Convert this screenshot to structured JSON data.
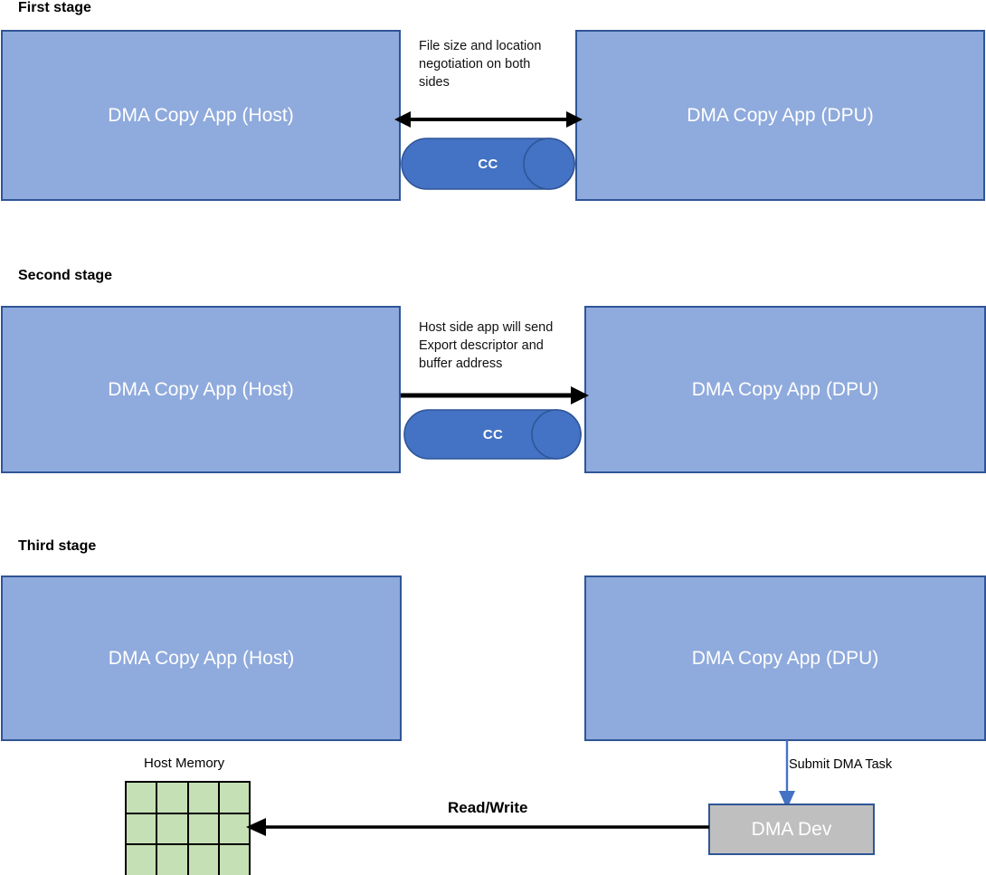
{
  "diagram": {
    "title": "DMA Copy App three stage flow",
    "colors": {
      "app_box_fill": "#8FAADC",
      "app_box_border": "#2F5597",
      "cylinder_fill": "#4472C4",
      "cylinder_border": "#2F5597",
      "memory_cell_fill": "#C5E0B4",
      "memory_grid_line": "#000000",
      "dma_dev_fill": "#BFBFBF",
      "dma_dev_border": "#2F5597",
      "arrow_black": "#000000",
      "arrow_blue": "#4472C4",
      "background": "#FFFFFF",
      "box_text": "#FFFFFF"
    }
  },
  "stages": [
    {
      "title": "First stage",
      "host_box_label": "DMA Copy App (Host)",
      "dpu_box_label": "DMA Copy App (DPU)",
      "note": "File size and location negotiation on both sides",
      "cylinder_label": "CC",
      "arrow_direction": "bidirectional"
    },
    {
      "title": "Second stage",
      "host_box_label": "DMA Copy App (Host)",
      "dpu_box_label": "DMA Copy App (DPU)",
      "note": "Host side app will send Export descriptor and buffer address",
      "cylinder_label": "CC",
      "arrow_direction": "right"
    },
    {
      "title": "Third stage",
      "host_box_label": "DMA Copy App (Host)",
      "dpu_box_label": "DMA Copy App (DPU)",
      "memory_title": "Host Memory",
      "memory_grid": {
        "columns": 4,
        "rows": 3
      },
      "submit_label": "Submit DMA Task",
      "dma_dev_label": "DMA Dev",
      "read_write_label": "Read/Write",
      "read_write_direction": "left"
    }
  ]
}
